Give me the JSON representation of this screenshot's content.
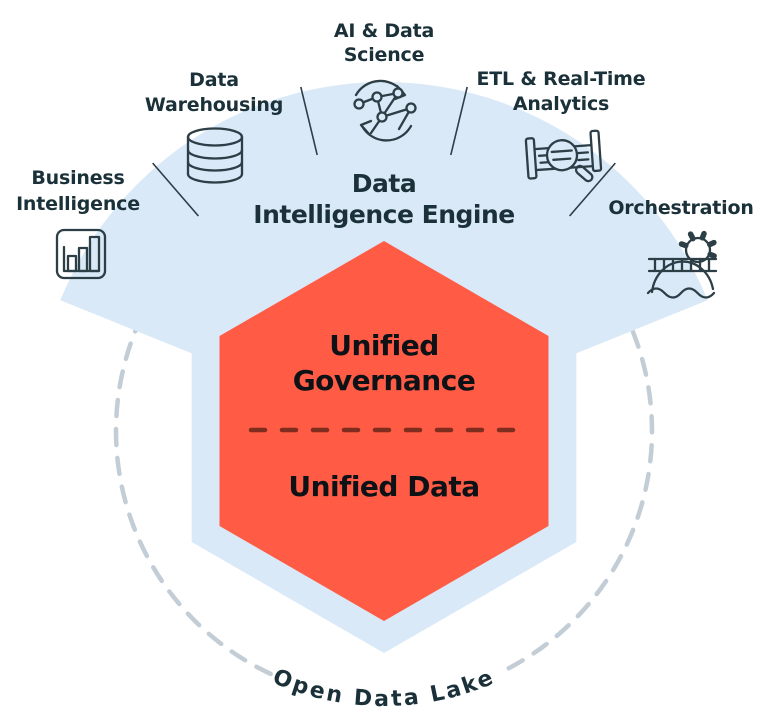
{
  "diagram": {
    "engine_title": {
      "line1": "Data",
      "line2": "Intelligence Engine"
    },
    "core": {
      "governance_line1": "Unified",
      "governance_line2": "Governance",
      "data_label": "Unified Data"
    },
    "capabilities": [
      {
        "line1": "Business",
        "line2": "Intelligence",
        "icon": "bar-chart"
      },
      {
        "line1": "Data",
        "line2": "Warehousing",
        "icon": "database"
      },
      {
        "line1": "AI & Data",
        "line2": "Science",
        "icon": "network-refresh"
      },
      {
        "line1": "ETL & Real-Time",
        "line2": "Analytics",
        "icon": "pipeline-magnifier"
      },
      {
        "line1": "Orchestration",
        "line2": "",
        "icon": "bridge-gear"
      }
    ],
    "foundation_label": "Open Data Lake"
  },
  "colors": {
    "fan": "#D9E9F7",
    "core": "#FF5B45",
    "core_divider": "#7E2D1E",
    "ring": "#C3CDD5",
    "separator": "#2C3E46",
    "icon_stroke": "#2C3E46",
    "text_navy": "#1B3139",
    "text_ink": "#0D1216"
  }
}
